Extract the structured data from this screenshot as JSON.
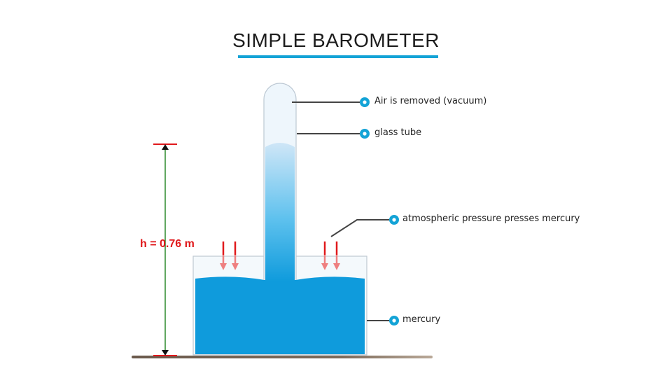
{
  "title": "SIMPLE BAROMETER",
  "labels": {
    "vacuum": "Air is removed (vacuum)",
    "glass_tube": "glass tube",
    "atmospheric": "atmospheric pressure presses mercury",
    "mercury": "mercury"
  },
  "height_label": "h = 0.76 m",
  "colors": {
    "accent": "#13a3d6",
    "mercury": "#0f9bdc",
    "height_marker": "#e0191c",
    "dimension_line": "#2b8a2b",
    "pressure_arrow": "#e0191c"
  }
}
